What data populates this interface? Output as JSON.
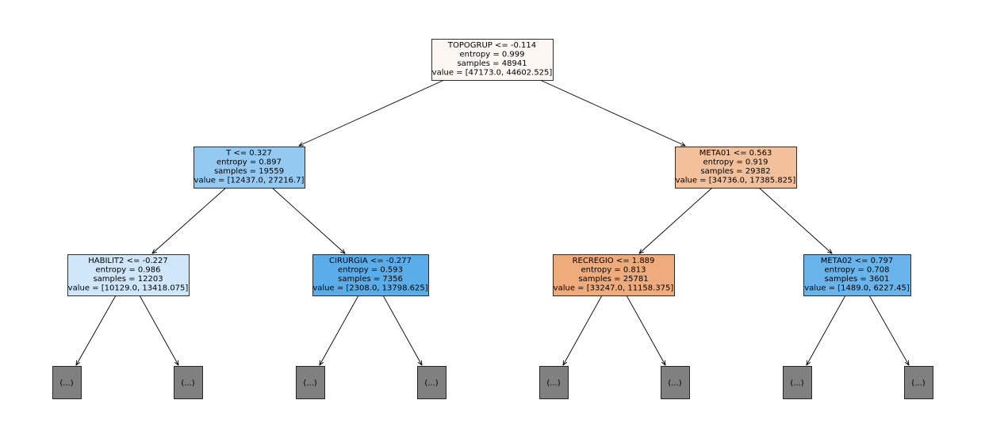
{
  "nodes": [
    {
      "id": "root",
      "lines": [
        "TOPOGRUP <= -0.114",
        "entropy = 0.999",
        "samples = 48941",
        "value = [47173.0, 44602.525]"
      ],
      "fill": "#fdf7f3"
    },
    {
      "id": "n1",
      "lines": [
        "T <= 0.327",
        "entropy = 0.897",
        "samples = 19559",
        "value = [12437.0, 27216.7]"
      ],
      "fill": "#94caf1"
    },
    {
      "id": "n2",
      "lines": [
        "META01 <= 0.563",
        "entropy = 0.919",
        "samples = 29382",
        "value = [34736.0, 17385.825]"
      ],
      "fill": "#f3c09c"
    },
    {
      "id": "n3",
      "lines": [
        "HABILIT2 <= -0.227",
        "entropy = 0.986",
        "samples = 12203",
        "value = [10129.0, 13418.075]"
      ],
      "fill": "#cfe7f9"
    },
    {
      "id": "n4",
      "lines": [
        "CIRURGIA <= -0.277",
        "entropy = 0.593",
        "samples = 7356",
        "value = [2308.0, 13798.625]"
      ],
      "fill": "#5aade9"
    },
    {
      "id": "n5",
      "lines": [
        "RECREGIO <= 1.889",
        "entropy = 0.813",
        "samples = 25781",
        "value = [33247.0, 11158.375]"
      ],
      "fill": "#eeab7c"
    },
    {
      "id": "n6",
      "lines": [
        "META02 <= 0.797",
        "entropy = 0.708",
        "samples = 3601",
        "value = [1489.0, 6227.45]"
      ],
      "fill": "#68b4eb"
    }
  ],
  "leaves": [
    {
      "id": "l1",
      "label": "(...)",
      "fill": "#808080"
    },
    {
      "id": "l2",
      "label": "(...)",
      "fill": "#808080"
    },
    {
      "id": "l3",
      "label": "(...)",
      "fill": "#808080"
    },
    {
      "id": "l4",
      "label": "(...)",
      "fill": "#808080"
    },
    {
      "id": "l5",
      "label": "(...)",
      "fill": "#808080"
    },
    {
      "id": "l6",
      "label": "(...)",
      "fill": "#808080"
    },
    {
      "id": "l7",
      "label": "(...)",
      "fill": "#808080"
    },
    {
      "id": "l8",
      "label": "(...)",
      "fill": "#808080"
    }
  ],
  "edges": [
    {
      "from": "root",
      "to": "n1"
    },
    {
      "from": "root",
      "to": "n2"
    },
    {
      "from": "n1",
      "to": "n3"
    },
    {
      "from": "n1",
      "to": "n4"
    },
    {
      "from": "n2",
      "to": "n5"
    },
    {
      "from": "n2",
      "to": "n6"
    },
    {
      "from": "n3",
      "to": "l1"
    },
    {
      "from": "n3",
      "to": "l2"
    },
    {
      "from": "n4",
      "to": "l3"
    },
    {
      "from": "n4",
      "to": "l4"
    },
    {
      "from": "n5",
      "to": "l5"
    },
    {
      "from": "n5",
      "to": "l6"
    },
    {
      "from": "n6",
      "to": "l7"
    },
    {
      "from": "n6",
      "to": "l8"
    }
  ]
}
